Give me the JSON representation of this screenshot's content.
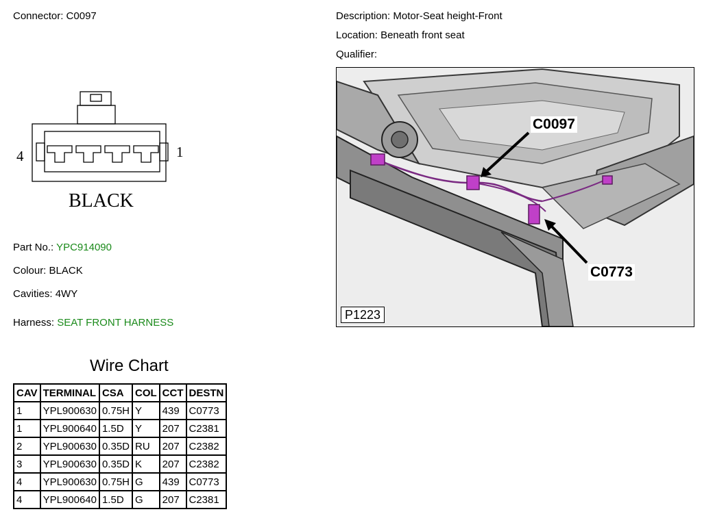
{
  "connector": {
    "label": "Connector:",
    "value": "C0097"
  },
  "description": {
    "label": "Description:",
    "value": "Motor-Seat height-Front"
  },
  "location": {
    "label": "Location:",
    "value": "Beneath front seat"
  },
  "qualifier": {
    "label": "Qualifier:",
    "value": ""
  },
  "connector_drawing": {
    "pin_left": "4",
    "pin_right": "1",
    "colour_label": "BLACK"
  },
  "part_no": {
    "label": "Part No.:",
    "value": "YPC914090"
  },
  "colour": {
    "label": "Colour:",
    "value": "BLACK"
  },
  "cavities": {
    "label": "Cavities:",
    "value": "4WY"
  },
  "harness": {
    "label": "Harness:",
    "value": "SEAT FRONT HARNESS"
  },
  "wire_chart": {
    "title": "Wire Chart",
    "headers": [
      "CAV",
      "TERMINAL",
      "CSA",
      "COL",
      "CCT",
      "DESTN"
    ],
    "rows": [
      [
        "1",
        "YPL900630",
        "0.75H",
        "Y",
        "439",
        "C0773"
      ],
      [
        "1",
        "YPL900640",
        "1.5D",
        "Y",
        "207",
        "C2381"
      ],
      [
        "2",
        "YPL900630",
        "0.35D",
        "RU",
        "207",
        "C2382"
      ],
      [
        "3",
        "YPL900630",
        "0.35D",
        "K",
        "207",
        "C2382"
      ],
      [
        "4",
        "YPL900630",
        "0.75H",
        "G",
        "439",
        "C0773"
      ],
      [
        "4",
        "YPL900640",
        "1.5D",
        "G",
        "207",
        "C2381"
      ]
    ]
  },
  "picture": {
    "callout_top": "C0097",
    "callout_bottom": "C0773",
    "code": "P1223"
  },
  "colors": {
    "highlight": "#1a8a1a",
    "connector_magenta": "#c040c8"
  }
}
